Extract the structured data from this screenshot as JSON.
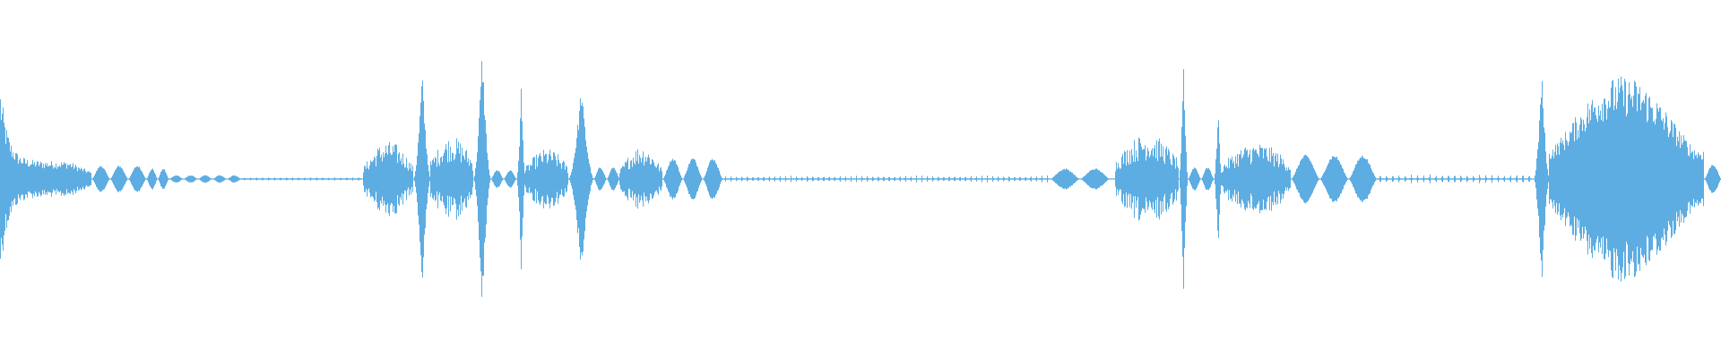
{
  "waveform": {
    "color": "#5dade2",
    "background": "#ffffff",
    "amplitude_scale": 1.0,
    "segments": [
      {
        "start": 0.0,
        "end": 0.053,
        "shape": "decay-noise",
        "peak": 0.62,
        "floor": 0.12
      },
      {
        "start": 0.053,
        "end": 0.085,
        "shape": "bumps",
        "peak": 0.09,
        "count": 3
      },
      {
        "start": 0.085,
        "end": 0.098,
        "shape": "bumps",
        "peak": 0.07,
        "count": 2
      },
      {
        "start": 0.098,
        "end": 0.14,
        "shape": "bumps",
        "peak": 0.025,
        "count": 5
      },
      {
        "start": 0.14,
        "end": 0.21,
        "shape": "ticks",
        "peak": 0.008,
        "count": 20
      },
      {
        "start": 0.211,
        "end": 0.24,
        "shape": "burst",
        "peak": 0.25,
        "floor": 0.08
      },
      {
        "start": 0.24,
        "end": 0.25,
        "shape": "spike",
        "peak": 0.72
      },
      {
        "start": 0.25,
        "end": 0.275,
        "shape": "burst",
        "peak": 0.28,
        "floor": 0.12
      },
      {
        "start": 0.275,
        "end": 0.285,
        "shape": "spike",
        "peak": 0.88
      },
      {
        "start": 0.285,
        "end": 0.3,
        "shape": "bumps",
        "peak": 0.06,
        "count": 2
      },
      {
        "start": 0.3,
        "end": 0.305,
        "shape": "spike",
        "peak": 0.62
      },
      {
        "start": 0.305,
        "end": 0.33,
        "shape": "burst",
        "peak": 0.2,
        "floor": 0.08
      },
      {
        "start": 0.33,
        "end": 0.345,
        "shape": "spike",
        "peak": 0.62
      },
      {
        "start": 0.345,
        "end": 0.36,
        "shape": "bumps",
        "peak": 0.08,
        "count": 2
      },
      {
        "start": 0.36,
        "end": 0.385,
        "shape": "burst",
        "peak": 0.22,
        "floor": 0.06
      },
      {
        "start": 0.385,
        "end": 0.42,
        "shape": "bumps",
        "peak": 0.14,
        "count": 3
      },
      {
        "start": 0.42,
        "end": 0.61,
        "shape": "ticks",
        "peak": 0.02,
        "count": 60
      },
      {
        "start": 0.61,
        "end": 0.645,
        "shape": "bumps",
        "peak": 0.07,
        "count": 2
      },
      {
        "start": 0.648,
        "end": 0.685,
        "shape": "burst",
        "peak": 0.3,
        "floor": 0.12
      },
      {
        "start": 0.685,
        "end": 0.69,
        "shape": "spike",
        "peak": 0.78
      },
      {
        "start": 0.69,
        "end": 0.705,
        "shape": "bumps",
        "peak": 0.08,
        "count": 2
      },
      {
        "start": 0.705,
        "end": 0.71,
        "shape": "spike",
        "peak": 0.48
      },
      {
        "start": 0.71,
        "end": 0.75,
        "shape": "burst",
        "peak": 0.24,
        "floor": 0.1
      },
      {
        "start": 0.75,
        "end": 0.8,
        "shape": "bumps",
        "peak": 0.16,
        "count": 3
      },
      {
        "start": 0.8,
        "end": 0.89,
        "shape": "ticks",
        "peak": 0.03,
        "count": 25
      },
      {
        "start": 0.891,
        "end": 0.9,
        "shape": "spike",
        "peak": 0.72
      },
      {
        "start": 0.9,
        "end": 0.99,
        "shape": "swell",
        "peak": 0.68,
        "floor": 0.2
      },
      {
        "start": 0.99,
        "end": 1.0,
        "shape": "bumps",
        "peak": 0.1,
        "count": 1
      }
    ]
  }
}
